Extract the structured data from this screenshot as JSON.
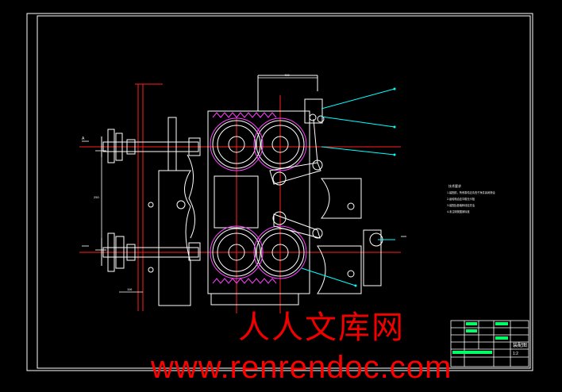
{
  "drawing": {
    "notes_title": "技术要求",
    "notes": [
      "1.装配前，所有零件应清洗干净并涂润滑油",
      "2.齿轮啮合应平稳无卡阻",
      "3.装配后各轴转动应灵活",
      "4.未注明按国家标准"
    ],
    "dimension_texts": [
      "400",
      "250",
      "116"
    ],
    "label_section": "A"
  },
  "title_block": {
    "assembly_name": "装配图",
    "scale": "1:2"
  },
  "watermark": {
    "cn_text": "人人文库网",
    "url_text": "www.renrendoc.com"
  },
  "colors": {
    "background": "#000000",
    "outline": "#ffffff",
    "centerline": "#ff0000",
    "leader": "#00ffff",
    "hatch": "#ff00ff",
    "frame": "#ffffff",
    "watermark": "#ff0000"
  }
}
